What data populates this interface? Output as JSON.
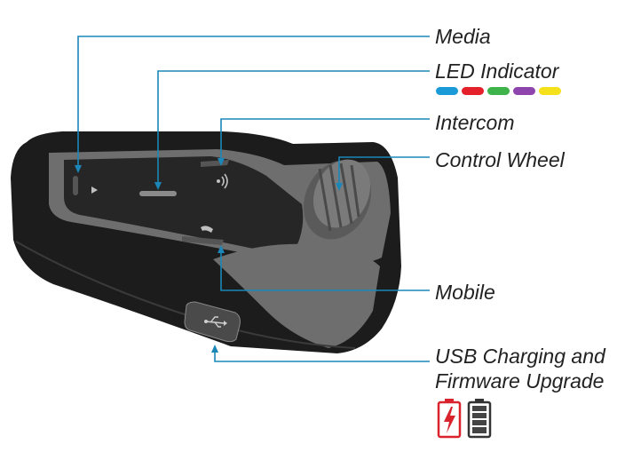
{
  "labels": {
    "media": "Media",
    "led_indicator": "LED Indicator",
    "intercom": "Intercom",
    "control_wheel": "Control Wheel",
    "mobile": "Mobile",
    "usb_line1": "USB Charging and",
    "usb_line2": "Firmware Upgrade"
  },
  "led_colors": [
    "#1a9ad6",
    "#e4202a",
    "#3db34a",
    "#8e44ad",
    "#f5e11b"
  ],
  "colors": {
    "leader_line": "#1b87b8",
    "device_dark": "#1c1c1c",
    "device_gray": "#6e6e6e",
    "battery_red": "#d9232d",
    "battery_dark": "#333333"
  },
  "icons": [
    "charging-battery-icon",
    "full-battery-icon",
    "play-icon",
    "intercom-icon",
    "phone-icon",
    "usb-icon"
  ]
}
